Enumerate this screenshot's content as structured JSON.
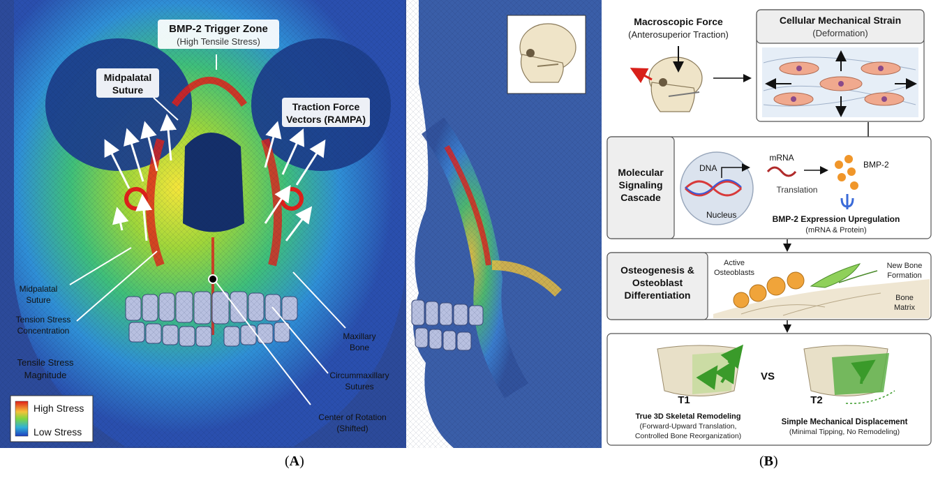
{
  "panel_a": {
    "label_bmp_trigger_title": "BMP-2 Trigger Zone",
    "label_bmp_trigger_sub": "(High Tensile Stress)",
    "label_midpalatal_top_1": "Midpalatal",
    "label_midpalatal_top_2": "Suture",
    "label_traction_1": "Traction Force",
    "label_traction_2": "Vectors (RAMPA)",
    "label_midpalatal_1": "Midpalatal",
    "label_midpalatal_2": "Suture",
    "label_tension_1": "Tension Stress",
    "label_tension_2": "Concentration",
    "label_tensile_1": "Tensile Stress",
    "label_tensile_2": "Magnitude",
    "label_maxillary_1": "Maxillary",
    "label_maxillary_2": "Bone",
    "label_circum_1": "Circummaxillary",
    "label_circum_2": "Sutures",
    "label_center_1": "Center of Rotation",
    "label_center_2": "(Shifted)",
    "legend_high": "High Stress",
    "legend_low": "Low Stress"
  },
  "panel_b": {
    "macro_title": "Macroscopic Force",
    "macro_sub": "(Anterosuperior Traction)",
    "cellular_title": "Cellular Mechanical Strain",
    "cellular_sub": "(Deformation)",
    "molecular_1": "Molecular",
    "molecular_2": "Signaling",
    "molecular_3": "Cascade",
    "dna": "DNA",
    "nucleus": "Nucleus",
    "mrna": "mRNA",
    "translation": "Translation",
    "bmp2": "BMP-2",
    "bmp_expr": "BMP-2 Expression Upregulation",
    "bmp_expr_sub": "(mRNA & Protein)",
    "osteo_1": "Osteogenesis &",
    "osteo_2": "Osteoblast",
    "osteo_3": "Differentiation",
    "active_1": "Active",
    "active_2": "Osteoblasts",
    "newbone_1": "New Bone",
    "newbone_2": "Formation",
    "matrix_1": "Bone",
    "matrix_2": "Matrix",
    "t1": "T1",
    "vs": "VS",
    "t2": "T2",
    "t1_title": "True 3D Skeletal Remodeling",
    "t1_sub_1": "(Forward-Upward Translation,",
    "t1_sub_2": "Controlled Bone Reorganization)",
    "t2_title": "Simple Mechanical Displacement",
    "t2_sub": "(Minimal Tipping, No Remodeling)"
  },
  "captions": {
    "a_open": "(",
    "a_letter": "A",
    "a_close": ")",
    "b_open": "(",
    "b_letter": "B",
    "b_close": ")"
  },
  "colors": {
    "high_stress": "#e0201a",
    "mid_stress": "#f5e63a",
    "low_stress": "#1f5fd0",
    "bone": "#e8e0c8",
    "new_bone": "#6fbf4a",
    "cell": "#f0a98e",
    "box_border": "#555555",
    "box_fill": "#eeeeee"
  }
}
